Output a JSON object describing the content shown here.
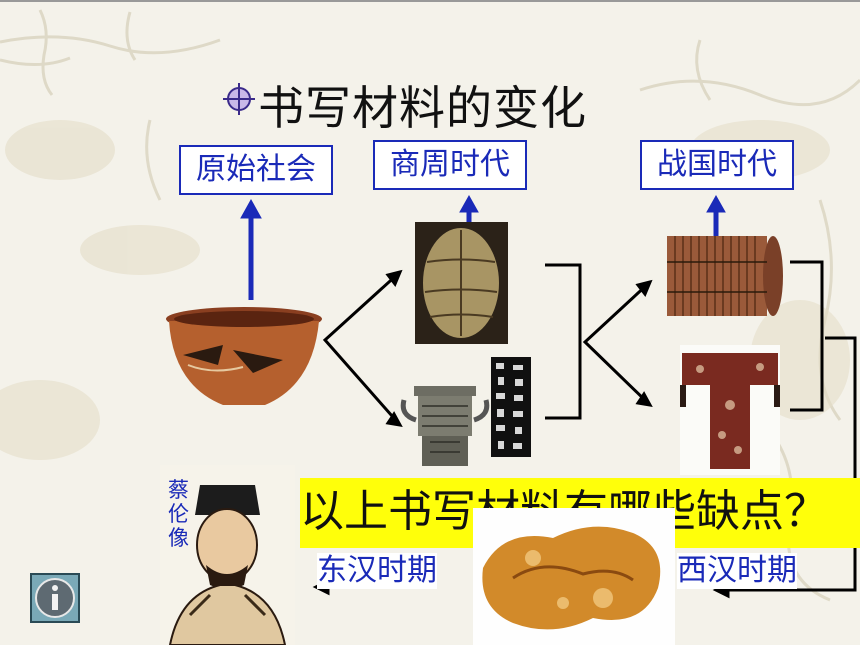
{
  "slide": {
    "title": "书写材料的变化",
    "eras": [
      "原始社会",
      "商周时代",
      "战国时代"
    ],
    "question": "以上书写材料有哪些缺点？",
    "periods": {
      "left": "东汉时期",
      "right": "西汉时期"
    },
    "portrait_caption": "蔡伦像"
  },
  "icons": {
    "bullet": "crosshair-bullet-icon",
    "info": "info-icon"
  },
  "colors": {
    "title": "#111111",
    "accent_blue": "#1a2ab8",
    "highlight": "#ffff0a",
    "background": "#f3f1e8"
  }
}
